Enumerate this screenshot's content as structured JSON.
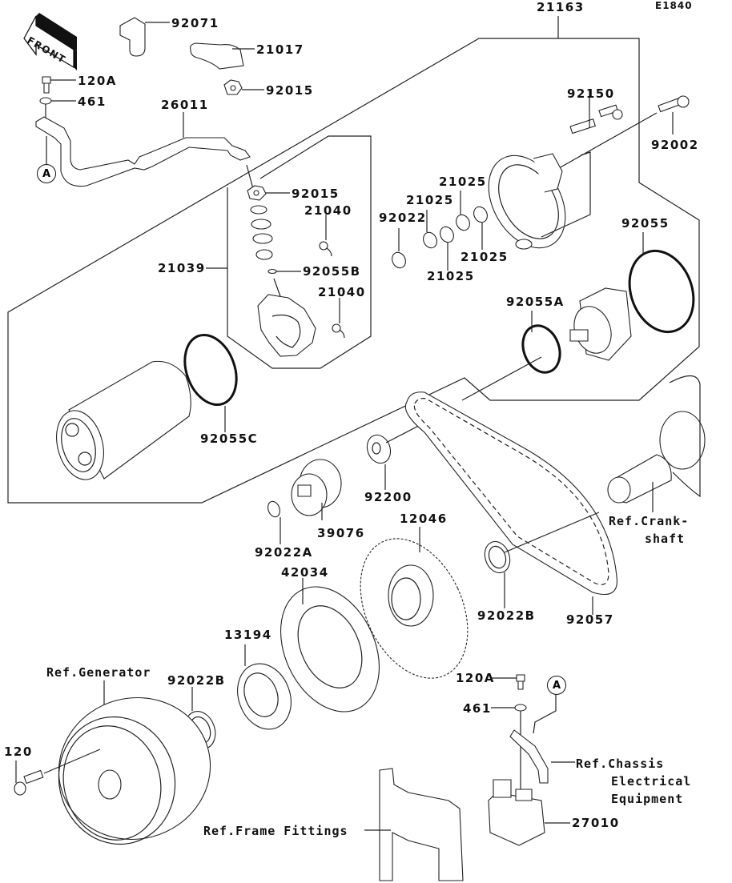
{
  "diagram": {
    "type": "exploded-parts-diagram",
    "subject": "Starter Motor",
    "code": "E1840",
    "front_indicator": "FRONT",
    "callout_marker": "A",
    "part_labels": {
      "p92071": "92071",
      "p21017": "21017",
      "p120A_top": "120A",
      "p461_top": "461",
      "p92015_top": "92015",
      "p26011": "26011",
      "p92015_mid": "92015",
      "p21040_a": "21040",
      "p21039": "21039",
      "p92055B": "92055B",
      "p21040_b": "21040",
      "p21163": "21163",
      "p92150": "92150",
      "p92002": "92002",
      "p21025_a": "21025",
      "p21025_b": "21025",
      "p92022": "92022",
      "p21025_c": "21025",
      "p21025_d": "21025",
      "p92055": "92055",
      "p92055A": "92055A",
      "p92055C": "92055C",
      "p92200": "92200",
      "p39076": "39076",
      "p92022A": "92022A",
      "p12046": "12046",
      "p42034": "42034",
      "p92022B_right": "92022B",
      "p92057": "92057",
      "p13194": "13194",
      "p92022B_left": "92022B",
      "p120": "120",
      "p120A_bottom": "120A",
      "p461_bottom": "461",
      "p27010": "27010"
    },
    "references": {
      "crankshaft_line1": "Ref.Crank-",
      "crankshaft_line2": "shaft",
      "generator": "Ref.Generator",
      "chassis_line1": "Ref.Chassis",
      "chassis_line2": "Electrical",
      "chassis_line3": "Equipment",
      "frame": "Ref.Frame Fittings"
    }
  }
}
